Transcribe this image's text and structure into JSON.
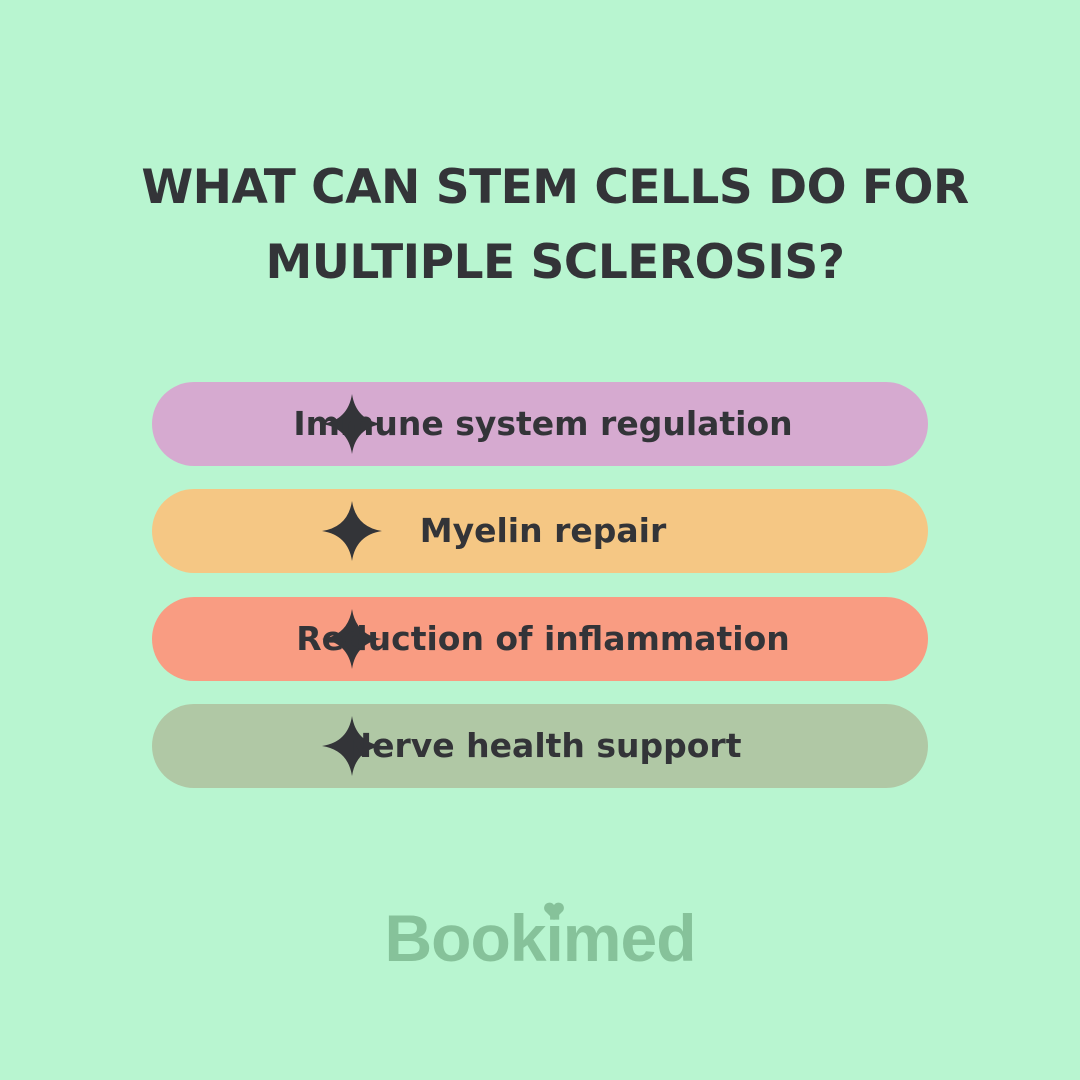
{
  "title": {
    "line1": "WHAT CAN STEM CELLS DO FOR",
    "line2": "MULTIPLE SCLEROSIS?"
  },
  "items": [
    {
      "label": "Immune system regulation",
      "color": "#d6aad0",
      "icon": "four-point-star-icon"
    },
    {
      "label": "Myelin repair",
      "color": "#f5c784",
      "icon": "four-point-star-icon"
    },
    {
      "label": "Reduction of inflammation",
      "color": "#f99c82",
      "icon": "four-point-star-icon"
    },
    {
      "label": "Nerve health support",
      "color": "#b0c8a5",
      "icon": "four-point-star-icon"
    }
  ],
  "logo": {
    "text": "Bookimed",
    "color": "#86c29a"
  }
}
